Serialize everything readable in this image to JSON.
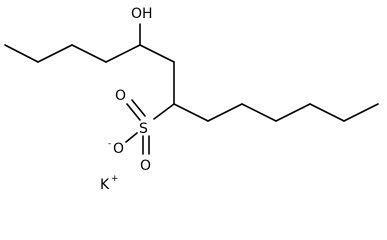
{
  "molecule": {
    "atoms": {
      "hydroxyl": "OH",
      "sulfur": "S",
      "oxygen_top": "O",
      "oxygen_right": "O",
      "oxygen_left": "O",
      "oxygen_left_charge": "-",
      "counterion": "K",
      "counterion_charge": "+"
    }
  }
}
